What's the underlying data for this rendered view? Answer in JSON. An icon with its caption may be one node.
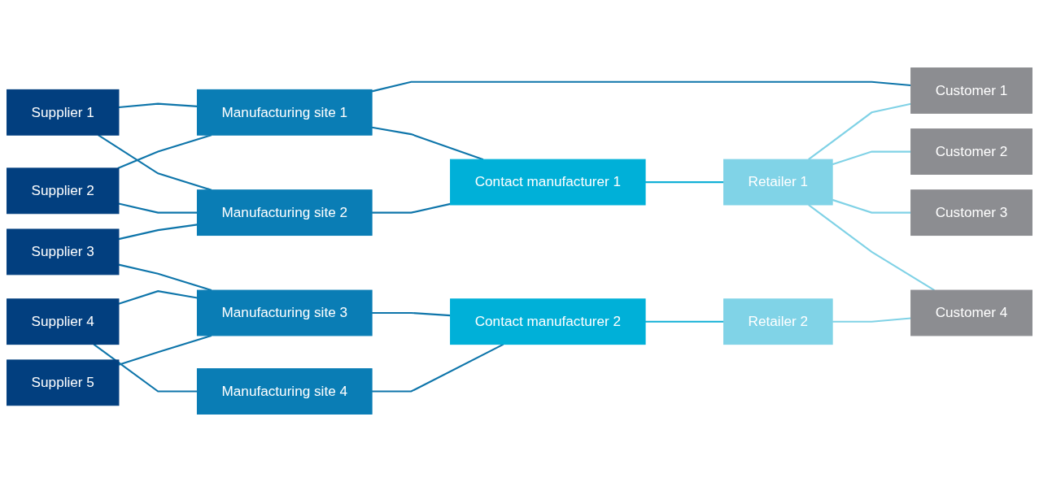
{
  "diagram": {
    "nodes": [
      {
        "text": [
          "Supplier 1"
        ]
      },
      {
        "text": [
          "Supplier 2"
        ]
      },
      {
        "text": [
          "Supplier 3"
        ]
      },
      {
        "text": [
          "Supplier 4"
        ]
      },
      {
        "text": [
          "Supplier 5"
        ]
      },
      {
        "text": [
          "Manufacturing site 1"
        ]
      },
      {
        "text": [
          "Manufacturing site 2"
        ]
      },
      {
        "text": [
          "Manufacturing site 3"
        ]
      },
      {
        "text": [
          "Manufacturing site 4"
        ]
      },
      {
        "text": [
          "Contact manufacturer 1"
        ]
      },
      {
        "text": [
          "Contact manufacturer 2"
        ]
      },
      {
        "text": [
          "Retailer 1"
        ]
      },
      {
        "text": [
          "Retailer 2"
        ]
      },
      {
        "text": [
          "Customer 1"
        ]
      },
      {
        "text": [
          "Customer 2"
        ]
      },
      {
        "text": [
          "Customer 3"
        ]
      },
      {
        "text": [
          "Customer 4"
        ]
      }
    ],
    "edges": [
      {
        "from": 0,
        "to": 5,
        "arrow": "none"
      },
      {
        "from": 0,
        "to": 6,
        "arrow": "none"
      },
      {
        "from": 1,
        "to": 5,
        "arrow": "none"
      },
      {
        "from": 1,
        "to": 6,
        "arrow": "none"
      },
      {
        "from": 2,
        "to": 6,
        "arrow": "none"
      },
      {
        "from": 2,
        "to": 7,
        "arrow": "none"
      },
      {
        "from": 3,
        "to": 7,
        "arrow": "none"
      },
      {
        "from": 3,
        "to": 8,
        "arrow": "none"
      },
      {
        "from": 4,
        "to": 7,
        "arrow": "none"
      },
      {
        "from": 5,
        "to": 13,
        "arrow": "none"
      },
      {
        "from": 5,
        "to": 9,
        "arrow": "none"
      },
      {
        "from": 6,
        "to": 9,
        "arrow": "none"
      },
      {
        "from": 7,
        "to": 10,
        "arrow": "none"
      },
      {
        "from": 8,
        "to": 10,
        "arrow": "none"
      },
      {
        "from": 9,
        "to": 11,
        "arrow": "none",
        "color": "#12b0d6"
      },
      {
        "from": 10,
        "to": 12,
        "arrow": "none",
        "color": "#12b0d6"
      },
      {
        "from": 11,
        "to": 13,
        "arrow": "none",
        "color": "#80d2e6"
      },
      {
        "from": 11,
        "to": 14,
        "arrow": "none",
        "color": "#80d2e6"
      },
      {
        "from": 11,
        "to": 15,
        "arrow": "none",
        "color": "#80d2e6"
      },
      {
        "from": 11,
        "to": 16,
        "arrow": "none",
        "color": "#80d2e6"
      },
      {
        "from": 12,
        "to": 16,
        "arrow": "none",
        "color": "#80d2e6"
      }
    ]
  }
}
